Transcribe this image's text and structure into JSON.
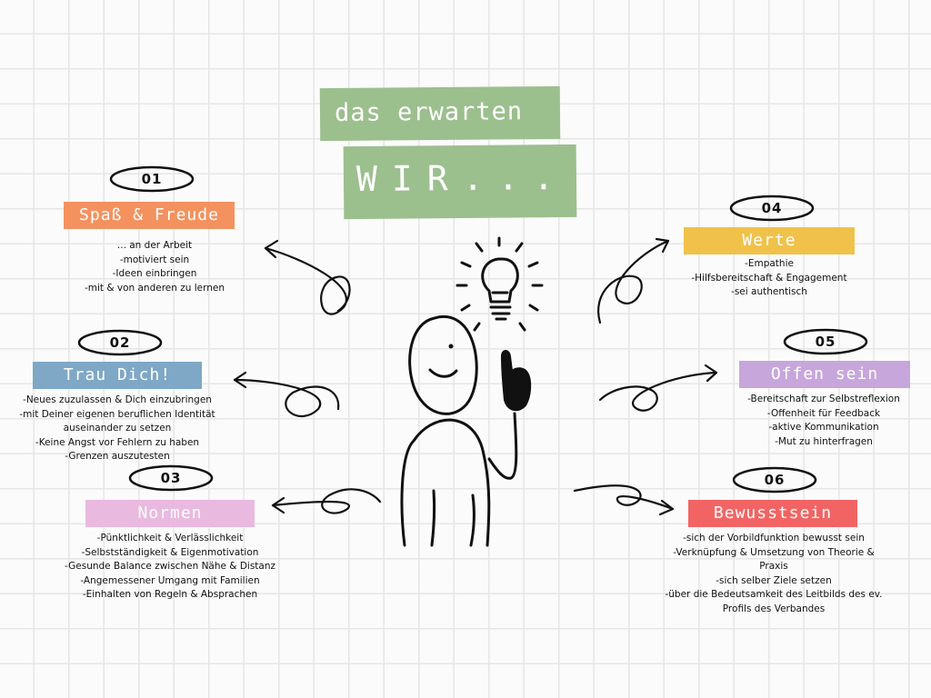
{
  "title": {
    "line1": "das erwarten",
    "line2": "WIR..."
  },
  "colors": {
    "title": "#9cbf8e",
    "item1": "#f3925f",
    "item2": "#7ea8c6",
    "item3": "#eab9e0",
    "item4": "#f0c24a",
    "item5": "#c7a6db",
    "item6": "#f26464"
  },
  "items": [
    {
      "number": "01",
      "label": "Spaß & Freude",
      "lines": [
        "... an der Arbeit",
        "-motiviert sein",
        "-Ideen einbringen",
        "-mit & von anderen zu lernen"
      ]
    },
    {
      "number": "02",
      "label": "Trau Dich!",
      "lines": [
        "-Neues zuzulassen & Dich einzubringen",
        "-mit Deiner eigenen beruflichen Identität",
        "auseinander zu setzen",
        "-Keine Angst vor Fehlern zu haben",
        "-Grenzen auszutesten"
      ]
    },
    {
      "number": "03",
      "label": "Normen",
      "lines": [
        "-Pünktlichkeit & Verlässlichkeit",
        "-Selbstständigkeit & Eigenmotivation",
        "-Gesunde Balance zwischen Nähe & Distanz",
        "-Angemessener Umgang mit Familien",
        "-Einhalten von Regeln & Absprachen"
      ]
    },
    {
      "number": "04",
      "label": "Werte",
      "lines": [
        "-Empathie",
        "-Hilfsbereitschaft & Engagement",
        "-sei authentisch"
      ]
    },
    {
      "number": "05",
      "label": "Offen sein",
      "lines": [
        "-Bereitschaft zur Selbstreflexion",
        "-Offenheit für Feedback",
        "-aktive Kommunikation",
        "-Mut zu hinterfragen"
      ]
    },
    {
      "number": "06",
      "label": "Bewusstsein",
      "lines": [
        "-sich der Vorbildfunktion bewusst sein",
        "-Verknüpfung & Umsetzung von Theorie &",
        "Praxis",
        "-sich selber Ziele setzen",
        "-über die Bedeutsamkeit des Leitbilds des ev.",
        "Profils des Verbandes"
      ]
    }
  ]
}
